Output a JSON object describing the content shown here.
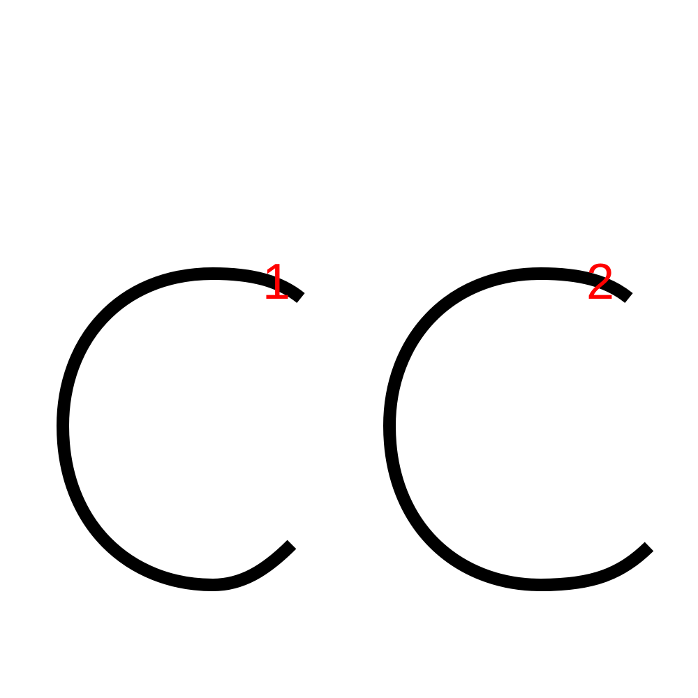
{
  "colors": {
    "background": "#ffffff",
    "stroke": "#000000",
    "label": "#ff0000"
  },
  "glyphs": [
    {
      "name": "letter-c",
      "stroke_label": "1"
    },
    {
      "name": "letter-c",
      "stroke_label": "2"
    }
  ]
}
